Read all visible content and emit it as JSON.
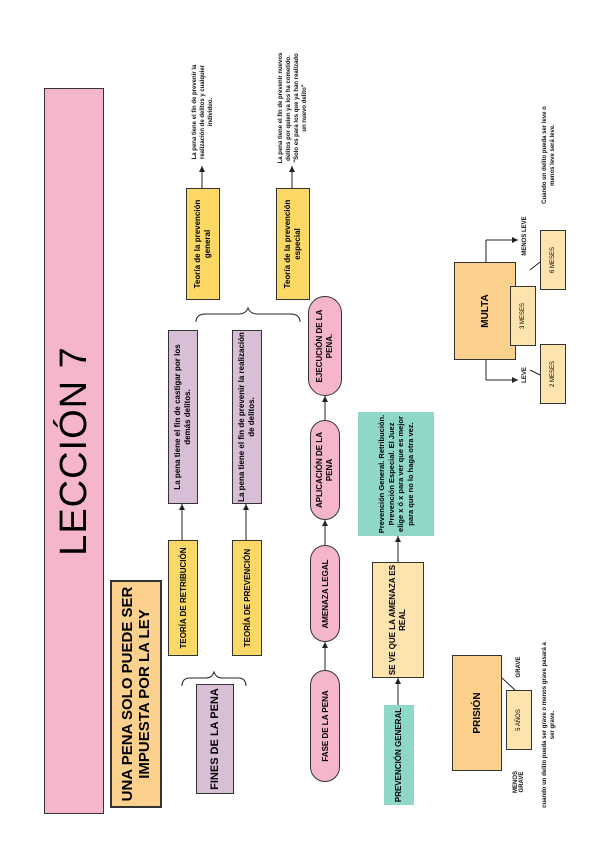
{
  "title": "LECCIÓN 7",
  "subtitle": "UNA PENA SOLO PUEDE SER IMPUESTA POR LA LEY",
  "fines": {
    "label": "FINES DE LA PENA",
    "retribucion": {
      "label": "TEORÍA DE RETRIBUCIÓN",
      "desc": "La pena tiene el fin de castigar por los demás delitos."
    },
    "prevencion": {
      "label": "TEORÍA DE PREVENCIÓN",
      "desc": "La pena tiene el fin de prevenir la realización de delitos.",
      "general": {
        "label": "Teoría de la prevención general",
        "desc": "La pena tiene el fin de prevenir la realización de delitos y cualquier individuo."
      },
      "especial": {
        "label": "Teoría de la prevención especial",
        "desc": "La pena tiene el fin de prevenir nuevos delitos por quien ya los ha cometido. \"Solo es para los que ya han realizado un nuevo delito\""
      }
    }
  },
  "fases": {
    "fase": "FASE DE LA PENA",
    "amenaza": "AMENAZA LEGAL",
    "aplicacion": "APLICACIÓN DE LA PENA",
    "ejecucion": "EJECUCIÓN DE LA PENA."
  },
  "prevencion_general": "PREVENCIÓN GENERAL",
  "se_ve": "SE VE QUE LA AMENAZA ES REAL",
  "aplicacion_desc": "Prevención General. Retribución. Prevención Especial. El Juez elige x ó x para ver que es mejor para que no lo haga otra vez.",
  "prision": {
    "label": "PRISIÓN",
    "grave": "GRAVE",
    "menos_grave": "MENOS GRAVE",
    "anos": "5 AÑOS",
    "note": "cuando un delito pueda ser grave o menos grave pasará a ser grave."
  },
  "multa": {
    "label": "MULTA",
    "leve": "LEVE",
    "menos_leve": "MENOS LEVE",
    "m3": "3 MESES",
    "m2": "2 MESES",
    "m6": "6 MESES",
    "note": "Cuando un delito pueda ser leve o menos leve será leve."
  }
}
